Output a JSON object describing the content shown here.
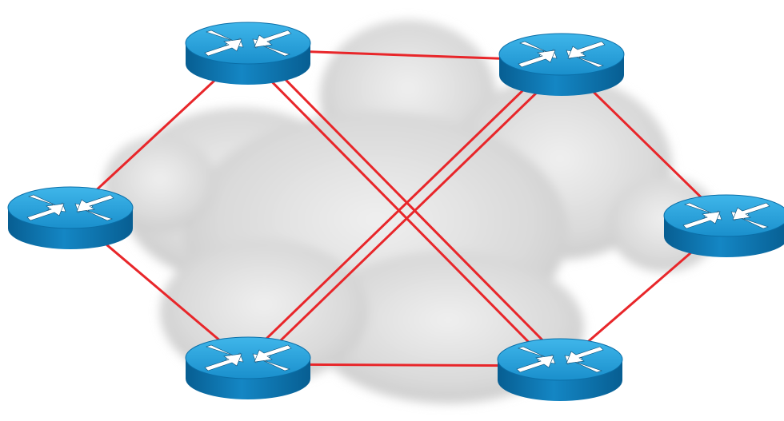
{
  "diagram": {
    "colors": {
      "link": "#e8262a",
      "router_top": "#2aa3dc",
      "router_side": "#0b6fa8",
      "arrow": "#ffffff",
      "cloud": "#d6d6d6"
    },
    "routers": [
      {
        "id": "top-left",
        "icon": "router-icon"
      },
      {
        "id": "top-right",
        "icon": "router-icon"
      },
      {
        "id": "left",
        "icon": "router-icon"
      },
      {
        "id": "right",
        "icon": "router-icon"
      },
      {
        "id": "bottom-left",
        "icon": "router-icon"
      },
      {
        "id": "bottom-right",
        "icon": "router-icon"
      }
    ],
    "links": [
      {
        "from": "top-left",
        "to": "top-right"
      },
      {
        "from": "top-left",
        "to": "left"
      },
      {
        "from": "top-left",
        "to": "bottom-right",
        "double": true
      },
      {
        "from": "top-right",
        "to": "right"
      },
      {
        "from": "top-right",
        "to": "bottom-left",
        "double": true
      },
      {
        "from": "left",
        "to": "bottom-left"
      },
      {
        "from": "bottom-left",
        "to": "bottom-right"
      },
      {
        "from": "right",
        "to": "bottom-right"
      }
    ],
    "background": {
      "icon": "cloud-icon"
    }
  }
}
